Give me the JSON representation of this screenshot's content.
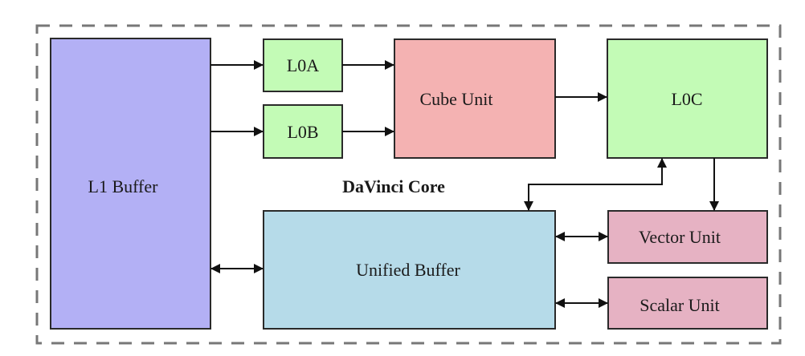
{
  "diagram": {
    "container": {
      "label": "DaVinci Core",
      "style": "dashed"
    },
    "blocks": {
      "l1_buffer": {
        "label": "L1 Buffer",
        "color": "#b3b0f5"
      },
      "l0a": {
        "label": "L0A",
        "color": "#c3fbb6"
      },
      "l0b": {
        "label": "L0B",
        "color": "#c3fbb6"
      },
      "cube_unit": {
        "label": "Cube Unit",
        "color": "#f4b2b2"
      },
      "l0c": {
        "label": "L0C",
        "color": "#c3fbb6"
      },
      "unified_buffer": {
        "label": "Unified Buffer",
        "color": "#b6dbe9"
      },
      "vector_unit": {
        "label": "Vector Unit",
        "color": "#e6b2c3"
      },
      "scalar_unit": {
        "label": "Scalar Unit",
        "color": "#e6b2c3"
      }
    },
    "edges": [
      {
        "from": "L1 Buffer",
        "to": "L0A",
        "direction": "forward"
      },
      {
        "from": "L1 Buffer",
        "to": "L0B",
        "direction": "forward"
      },
      {
        "from": "L0A",
        "to": "Cube Unit",
        "direction": "forward"
      },
      {
        "from": "L0B",
        "to": "Cube Unit",
        "direction": "forward"
      },
      {
        "from": "Cube Unit",
        "to": "L0C",
        "direction": "forward"
      },
      {
        "from": "L0C",
        "to": "Vector Unit",
        "direction": "forward"
      },
      {
        "from": "L0C",
        "to": "Unified Buffer",
        "direction": "bidirectional"
      },
      {
        "from": "L1 Buffer",
        "to": "Unified Buffer",
        "direction": "bidirectional"
      },
      {
        "from": "Unified Buffer",
        "to": "Vector Unit",
        "direction": "bidirectional"
      },
      {
        "from": "Unified Buffer",
        "to": "Scalar Unit",
        "direction": "bidirectional"
      }
    ]
  }
}
